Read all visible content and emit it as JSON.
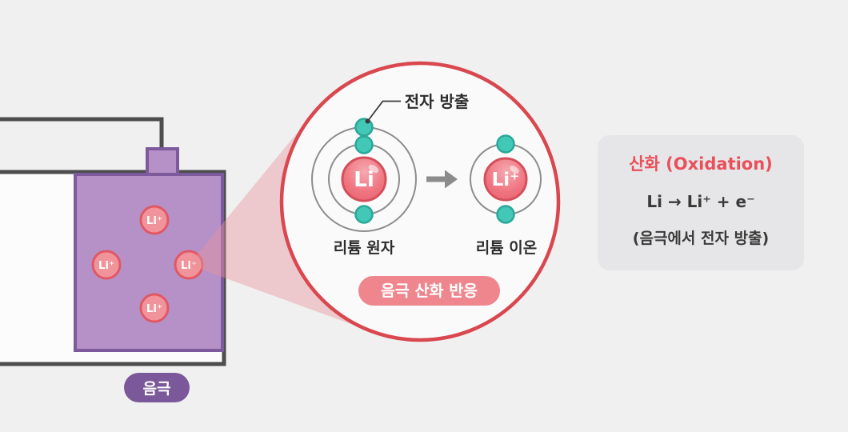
{
  "colors": {
    "background": "#f0f0f0",
    "accent_red": "#d9474f",
    "electrode_purple": "#b591c8",
    "electrode_border": "#7d5a9c",
    "anode_badge_purple": "#7b589a",
    "ion_pink": "#f0939b",
    "ion_border": "#e15864",
    "nucleus_red": "#ee717d",
    "electron_teal": "#43c7b6",
    "electron_border": "#2aa89a",
    "badge_pink": "#ef868e",
    "info_box_gray": "#e6e6e8",
    "title_red": "#e9505a",
    "wire_gray": "#4d4d4d",
    "text_dark": "#2d2d2d"
  },
  "electrode": {
    "label": "음극",
    "ion_symbol": "Li⁺"
  },
  "magnifier": {
    "callout_label": "전자 방출",
    "atom_symbol": "Li",
    "ion_symbol": "Li⁺",
    "atom_caption": "리튬 원자",
    "ion_caption": "리튬 이온",
    "badge_label": "음극 산화 반응"
  },
  "info_box": {
    "title": "산화 (Oxidation)",
    "equation": "Li → Li⁺ + e⁻",
    "note": "(음극에서 전자 방출)"
  }
}
